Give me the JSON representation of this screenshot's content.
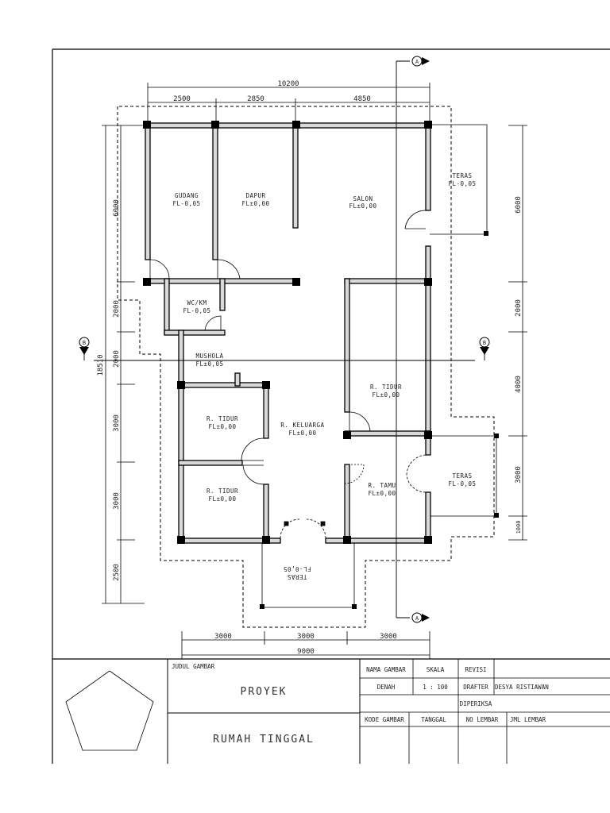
{
  "rooms": {
    "gudang": {
      "name": "GUDANG",
      "fl": "FL-0,05"
    },
    "dapur": {
      "name": "DAPUR",
      "fl": "FL±0,00"
    },
    "salon": {
      "name": "SALON",
      "fl": "FL±0,00"
    },
    "teras_kanan_atas": {
      "name": "TERAS",
      "fl": "FL-0,05"
    },
    "wc": {
      "name": "WC/KM",
      "fl": "FL-0,05"
    },
    "musholla": {
      "name": "MUSHOLA",
      "fl": "FL±0,05"
    },
    "tidur_kanan": {
      "name": "R. TIDUR",
      "fl": "FL±0,00"
    },
    "tidur_1": {
      "name": "R. TIDUR",
      "fl": "FL±0,00"
    },
    "keluarga": {
      "name": "R. KELUARGA",
      "fl": "FL±0,00"
    },
    "tidur_2": {
      "name": "R. TIDUR",
      "fl": "FL±0,00"
    },
    "tamu": {
      "name": "R. TAMU",
      "fl": "FL±0,00"
    },
    "teras_kanan_bawah": {
      "name": "TERAS",
      "fl": "FL-0,05"
    },
    "teras_depan": {
      "name": "TERAS",
      "fl": "FL-0,05"
    }
  },
  "dimensions": {
    "top_total": "10200",
    "top_segments": [
      "2500",
      "2850",
      "4850"
    ],
    "left_total": "18510",
    "left_segments": [
      "6000",
      "2000",
      "2000",
      "3000",
      "3000",
      "2500"
    ],
    "right_segments": [
      "6000",
      "2000",
      "4000",
      "3000",
      "1000"
    ],
    "bottom_segments": [
      "3000",
      "3000",
      "3000"
    ],
    "bottom_total": "9000"
  },
  "section_markers": {
    "a": "A",
    "b": "B"
  },
  "title_block": {
    "judul_label": "JUDUL GAMBAR",
    "project": "PROYEK",
    "title": "RUMAH TINGGAL",
    "nama_gambar_label": "NAMA GAMBAR",
    "nama_gambar_value": "DENAH",
    "skala_label": "SKALA",
    "skala_value": "1 : 100",
    "revisi_label": "REVISI",
    "drafter_label": "DRAFTER",
    "drafter_value": "DESYA RISTIAWAN",
    "diperiksa_label": "DIPERIKSA",
    "kode_label": "KODE GAMBAR",
    "tanggal_label": "TANGGAL",
    "no_lembar_label": "NO LEMBAR",
    "jml_lembar_label": "JML LEMBAR"
  }
}
